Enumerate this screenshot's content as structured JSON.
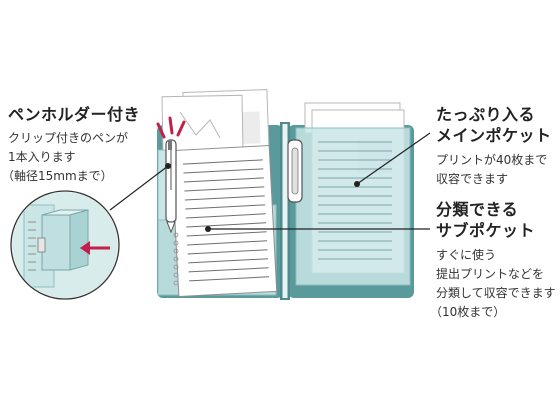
{
  "pen_holder": {
    "title": "ペンホルダー付き",
    "desc": [
      "クリップ付きのペンが",
      "1本入ります",
      "（軸径15mmまで）"
    ]
  },
  "main_pocket": {
    "title": [
      "たっぷり入る",
      "メインポケット"
    ],
    "desc": [
      "プリントが40枚まで",
      "収容できます"
    ]
  },
  "sub_pocket": {
    "title": [
      "分類できる",
      "サブポケット"
    ],
    "desc": [
      "すぐに使う",
      "提出プリントなどを",
      "分類して収容できます",
      "（10枚まで）"
    ]
  },
  "colors": {
    "folder": "#5a9a9c",
    "pocket": "#c9e5e6",
    "accent": "#c0204a"
  }
}
